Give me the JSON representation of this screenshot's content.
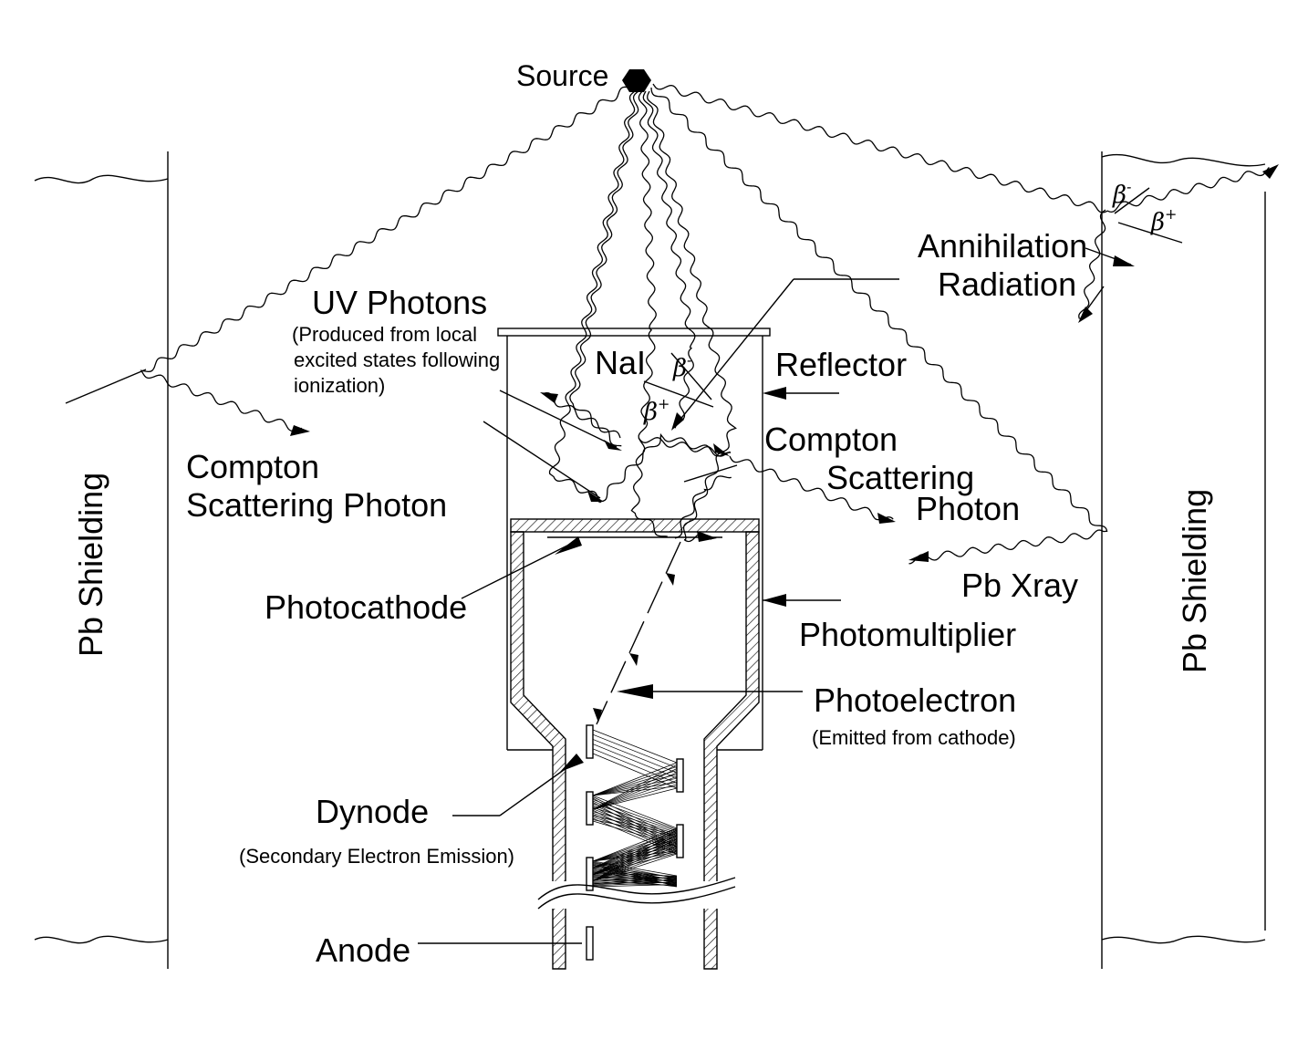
{
  "labels": {
    "source": "Source",
    "uv_photons": "UV Photons",
    "uv_note_1": "(Produced from local",
    "uv_note_2": "excited states following",
    "uv_note_3": "ionization)",
    "nai": "NaI",
    "reflector": "Reflector",
    "annihilation_1": "Annihilation",
    "annihilation_2": "Radiation",
    "compton_left_1": "Compton",
    "compton_left_2": "Scattering Photon",
    "compton_right_1": "Compton",
    "compton_right_2": "Scattering",
    "compton_right_3": "Photon",
    "pb_xray": "Pb Xray",
    "photocathode": "Photocathode",
    "photomultiplier": "Photomultiplier",
    "photoelectron": "Photoelectron",
    "photoelectron_note": "(Emitted from cathode)",
    "dynode": "Dynode",
    "dynode_note": "(Secondary Electron Emission)",
    "anode": "Anode",
    "pb_shielding_left": "Pb Shielding",
    "pb_shielding_right": "Pb Shielding",
    "beta": "β",
    "minus": "-",
    "plus": "+"
  }
}
